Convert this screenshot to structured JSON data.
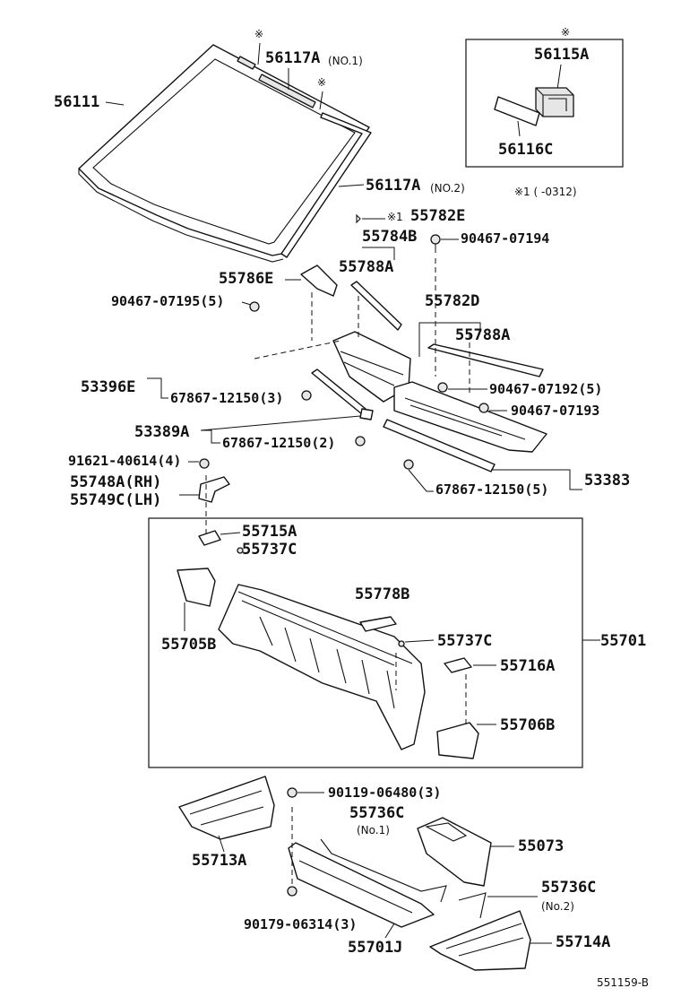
{
  "parts": {
    "windshield_glass": "56111",
    "molding_no1": "56117A",
    "molding_no1_note": "(NO.1)",
    "asterisk": "※",
    "molding_no2": "56117A",
    "molding_no2_note": "(NO.2)",
    "inset_clip": "56115A",
    "inset_spacer": "56116C",
    "date_note": "※1 (       -0312)",
    "p55782E": "55782E",
    "p55782E_mark": "※1",
    "p55784B": "55784B",
    "p90467_07194": "90467-07194",
    "p55788A_upper": "55788A",
    "p55786E": "55786E",
    "p90467_07195": "90467-07195(5)",
    "p55782D": "55782D",
    "p55788A_lower": "55788A",
    "p53396E": "53396E",
    "p67867_12150_3": "67867-12150(3)",
    "p90467_07192": "90467-07192(5)",
    "p90467_07193": "90467-07193",
    "p53389A": "53389A",
    "p67867_12150_2": "67867-12150(2)",
    "p91621_40614": "91621-40614(4)",
    "p53383": "53383",
    "p55748A": "55748A(RH)",
    "p55749C": "55749C(LH)",
    "p67867_12150_5": "67867-12150(5)",
    "p55715A": "55715A",
    "p55737C_a": "55737C",
    "p55778B": "55778B",
    "p55701": "55701",
    "p55705B": "55705B",
    "p55737C_b": "55737C",
    "p55716A": "55716A",
    "p55706B": "55706B",
    "p90119_06480": "90119-06480(3)",
    "p55736C_no1": "55736C",
    "p55736C_no1_note": "(No.1)",
    "p55073": "55073",
    "p55713A": "55713A",
    "p55736C_no2": "55736C",
    "p55736C_no2_note": "(No.2)",
    "p90179_06314": "90179-06314(3)",
    "p55701J": "55701J",
    "p55714A": "55714A"
  },
  "footer": {
    "reference": "551159-B"
  }
}
